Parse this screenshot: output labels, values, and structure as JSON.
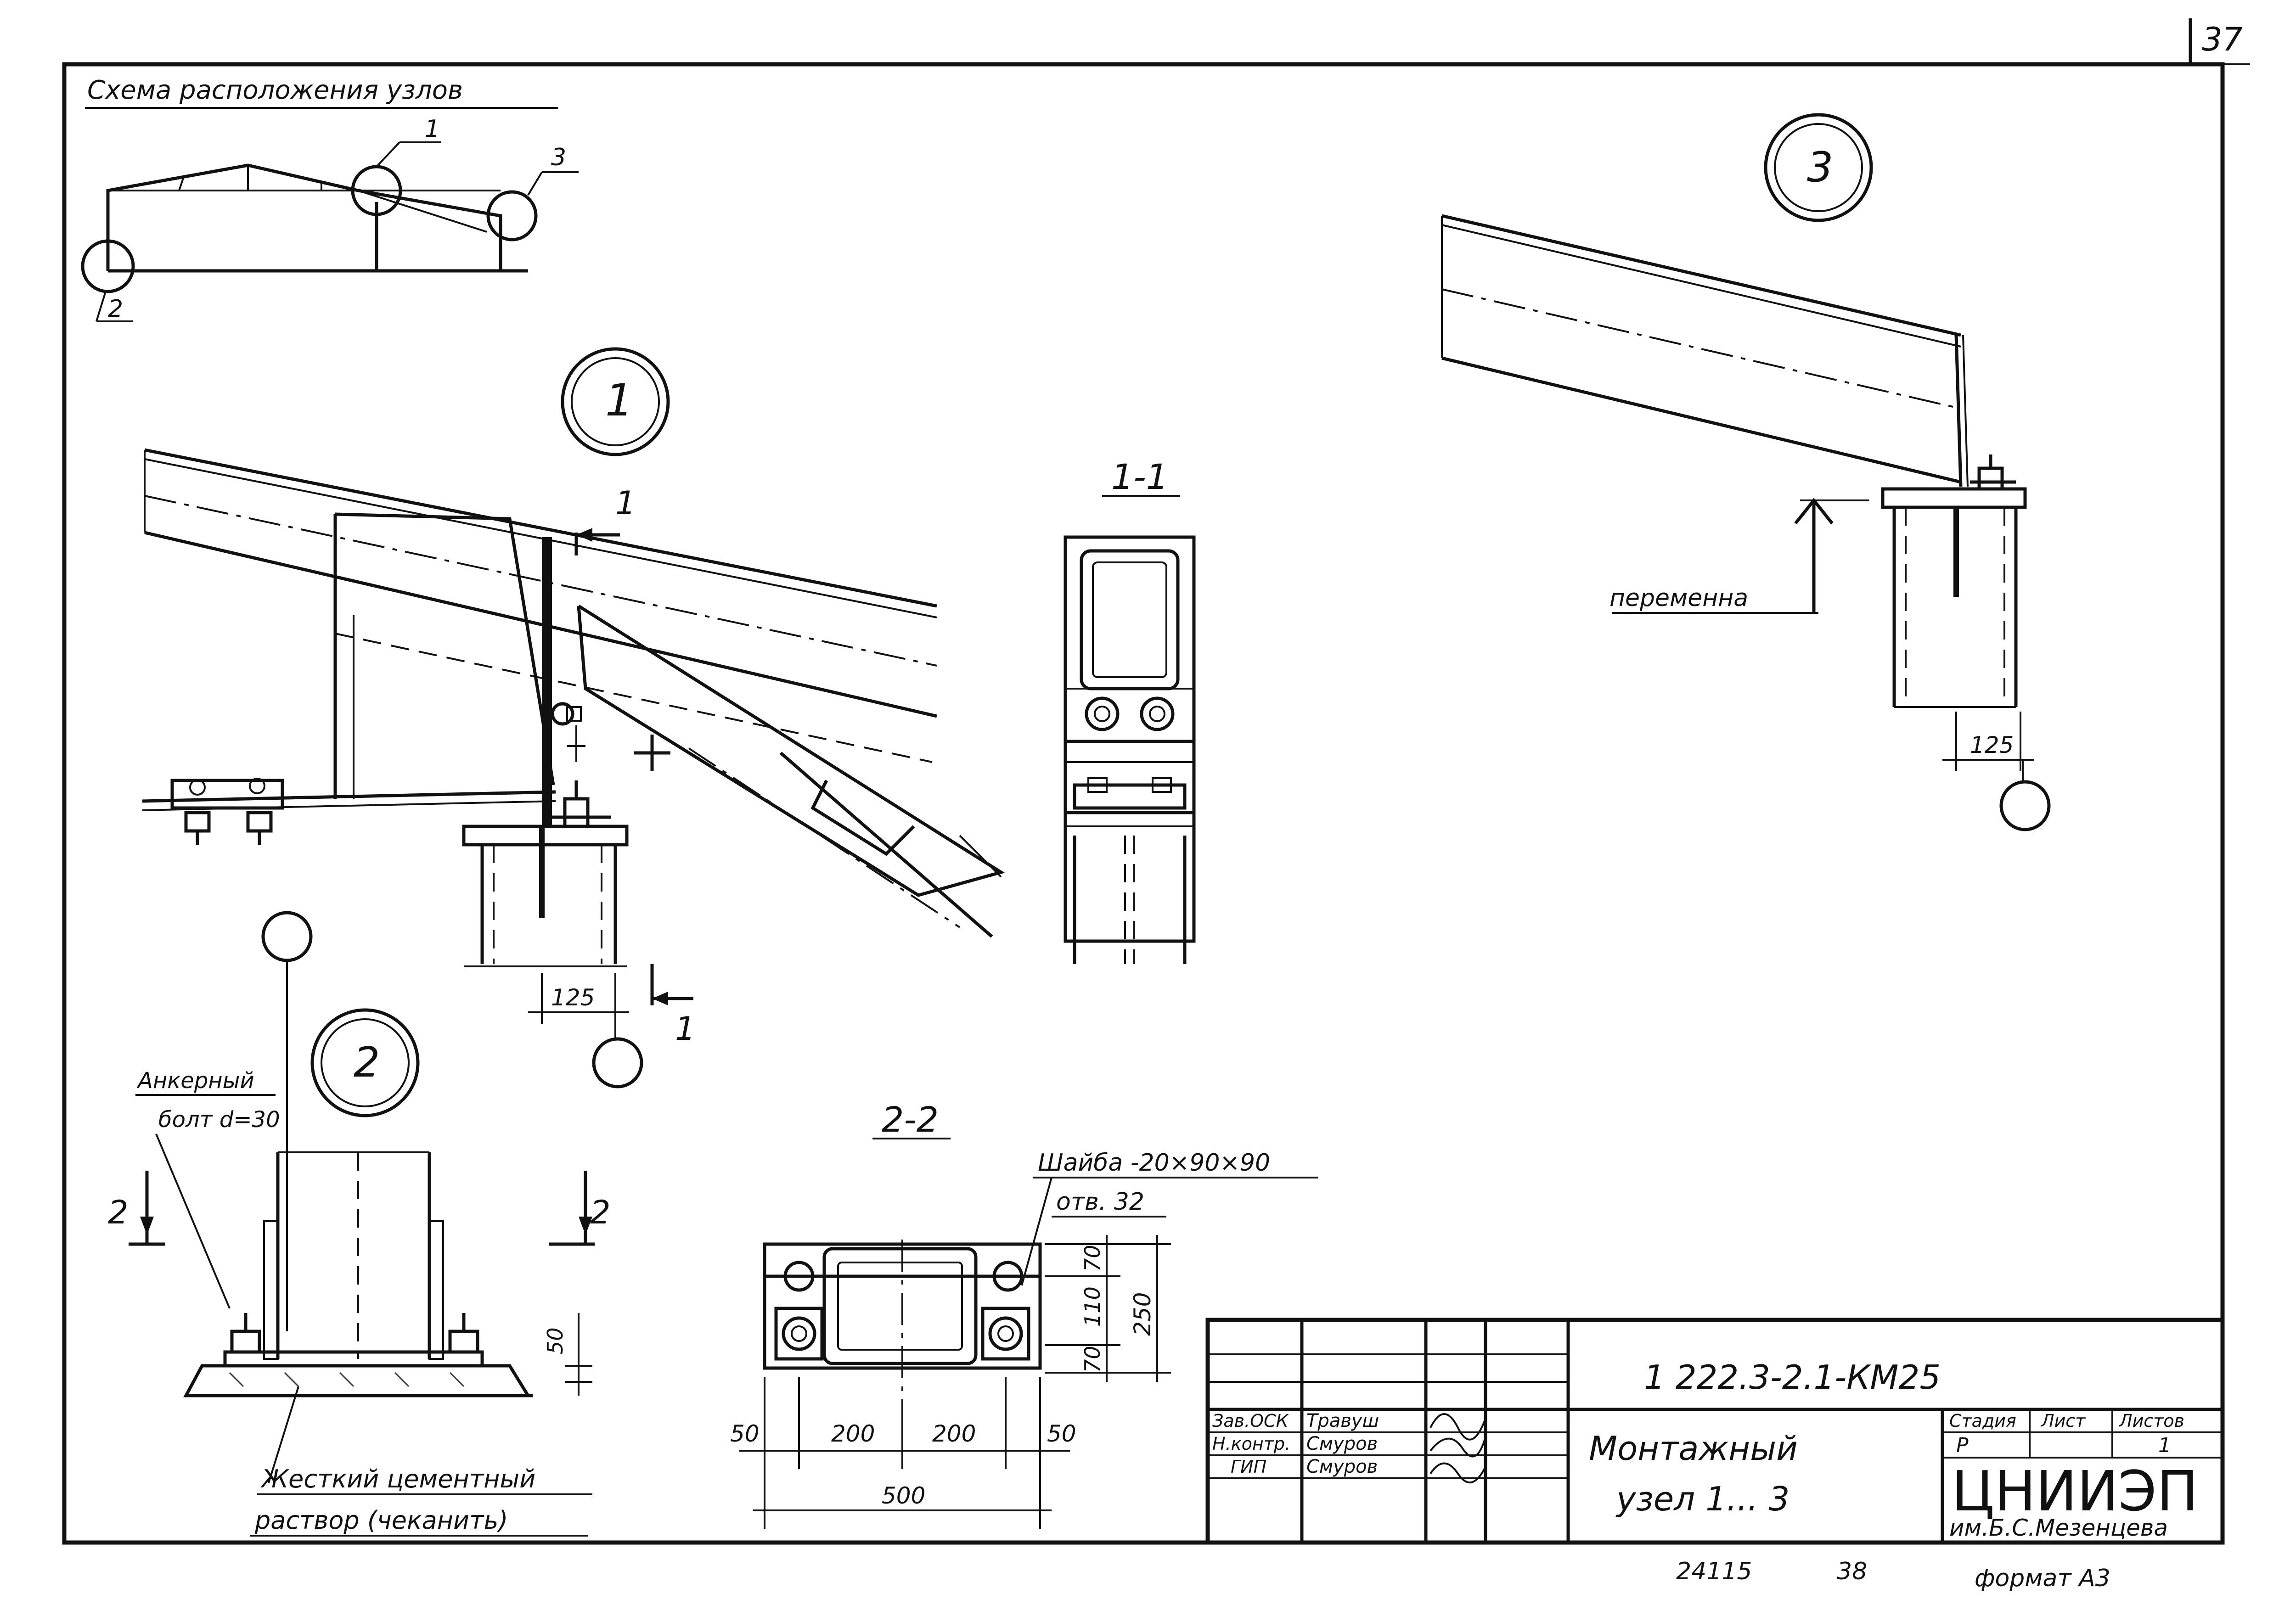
{
  "sheet": {
    "page_number": "37",
    "footer_left": "24115",
    "footer_mid": "38",
    "format": "формат А3"
  },
  "scheme": {
    "title": "Схема расположения узлов",
    "callouts": [
      "1",
      "2",
      "3"
    ]
  },
  "node1": {
    "mark": "1",
    "section_mark": "1",
    "dim_125": "125"
  },
  "section_1_1": {
    "title": "1-1"
  },
  "node3": {
    "mark": "3",
    "variable_label": "переменна",
    "dim_125": "125"
  },
  "node2": {
    "mark": "2",
    "anchor_bolt_line1": "Анкерный",
    "anchor_bolt_line2": "болт d=30",
    "section_mark": "2",
    "dim_50": "50",
    "grout_line1": "Жесткий цементный",
    "grout_line2": "раствор (чеканить)"
  },
  "section_2_2": {
    "title": "2-2",
    "washer_line1": "Шайба -20×90×90",
    "washer_line2": "отв. 32",
    "dims_bottom": [
      "50",
      "200",
      "200",
      "50"
    ],
    "dim_total": "500",
    "dims_right": [
      "70",
      "110",
      "70"
    ],
    "dim_height": "250"
  },
  "title_block": {
    "code": "1 222.3-2.1-КМ25",
    "rows": [
      {
        "role": "Зав.ОСК",
        "name": "Травуш"
      },
      {
        "role": "Н.контр.",
        "name": "Смуров"
      },
      {
        "role": "ГИП",
        "name": "Смуров"
      }
    ],
    "drawing_title_line1": "Монтажный",
    "drawing_title_line2": "узел 1... 3",
    "stage_header": "Стадия",
    "sheet_header": "Лист",
    "sheets_header": "Листов",
    "stage_value": "Р",
    "sheet_value": "",
    "sheets_value": "1",
    "org_name": "ЦНИИЭП",
    "org_sub": "им.Б.С.Мезенцева"
  }
}
